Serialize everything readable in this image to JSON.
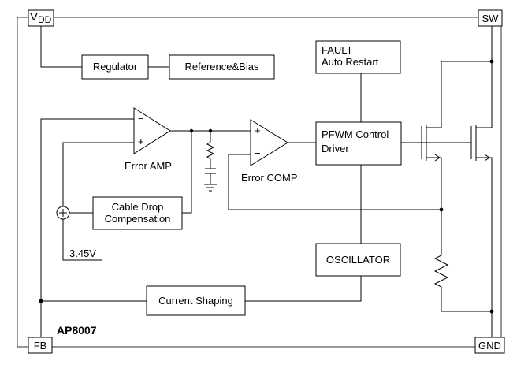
{
  "pins": {
    "vdd": {
      "main": "V",
      "sub": "DD"
    },
    "sw": "SW",
    "fb": "FB",
    "gnd": "GND"
  },
  "blocks": {
    "regulator": "Regulator",
    "reference_bias": "Reference&Bias",
    "fault": {
      "line1": "FAULT",
      "line2": "Auto Restart"
    },
    "pfwm": {
      "line1": "PFWM Control",
      "line2": "Driver"
    },
    "oscillator": "OSCILLATOR",
    "cable_drop": {
      "line1": "Cable Drop",
      "line2": "Compensation"
    },
    "current_shaping": "Current Shaping"
  },
  "labels": {
    "error_amp": "Error AMP",
    "error_comp": "Error COMP",
    "reference_voltage": "3.45V",
    "chip_name": "AP8007",
    "amp_minus": "−",
    "amp_plus": "+",
    "comp_plus": "+",
    "comp_minus": "−"
  }
}
